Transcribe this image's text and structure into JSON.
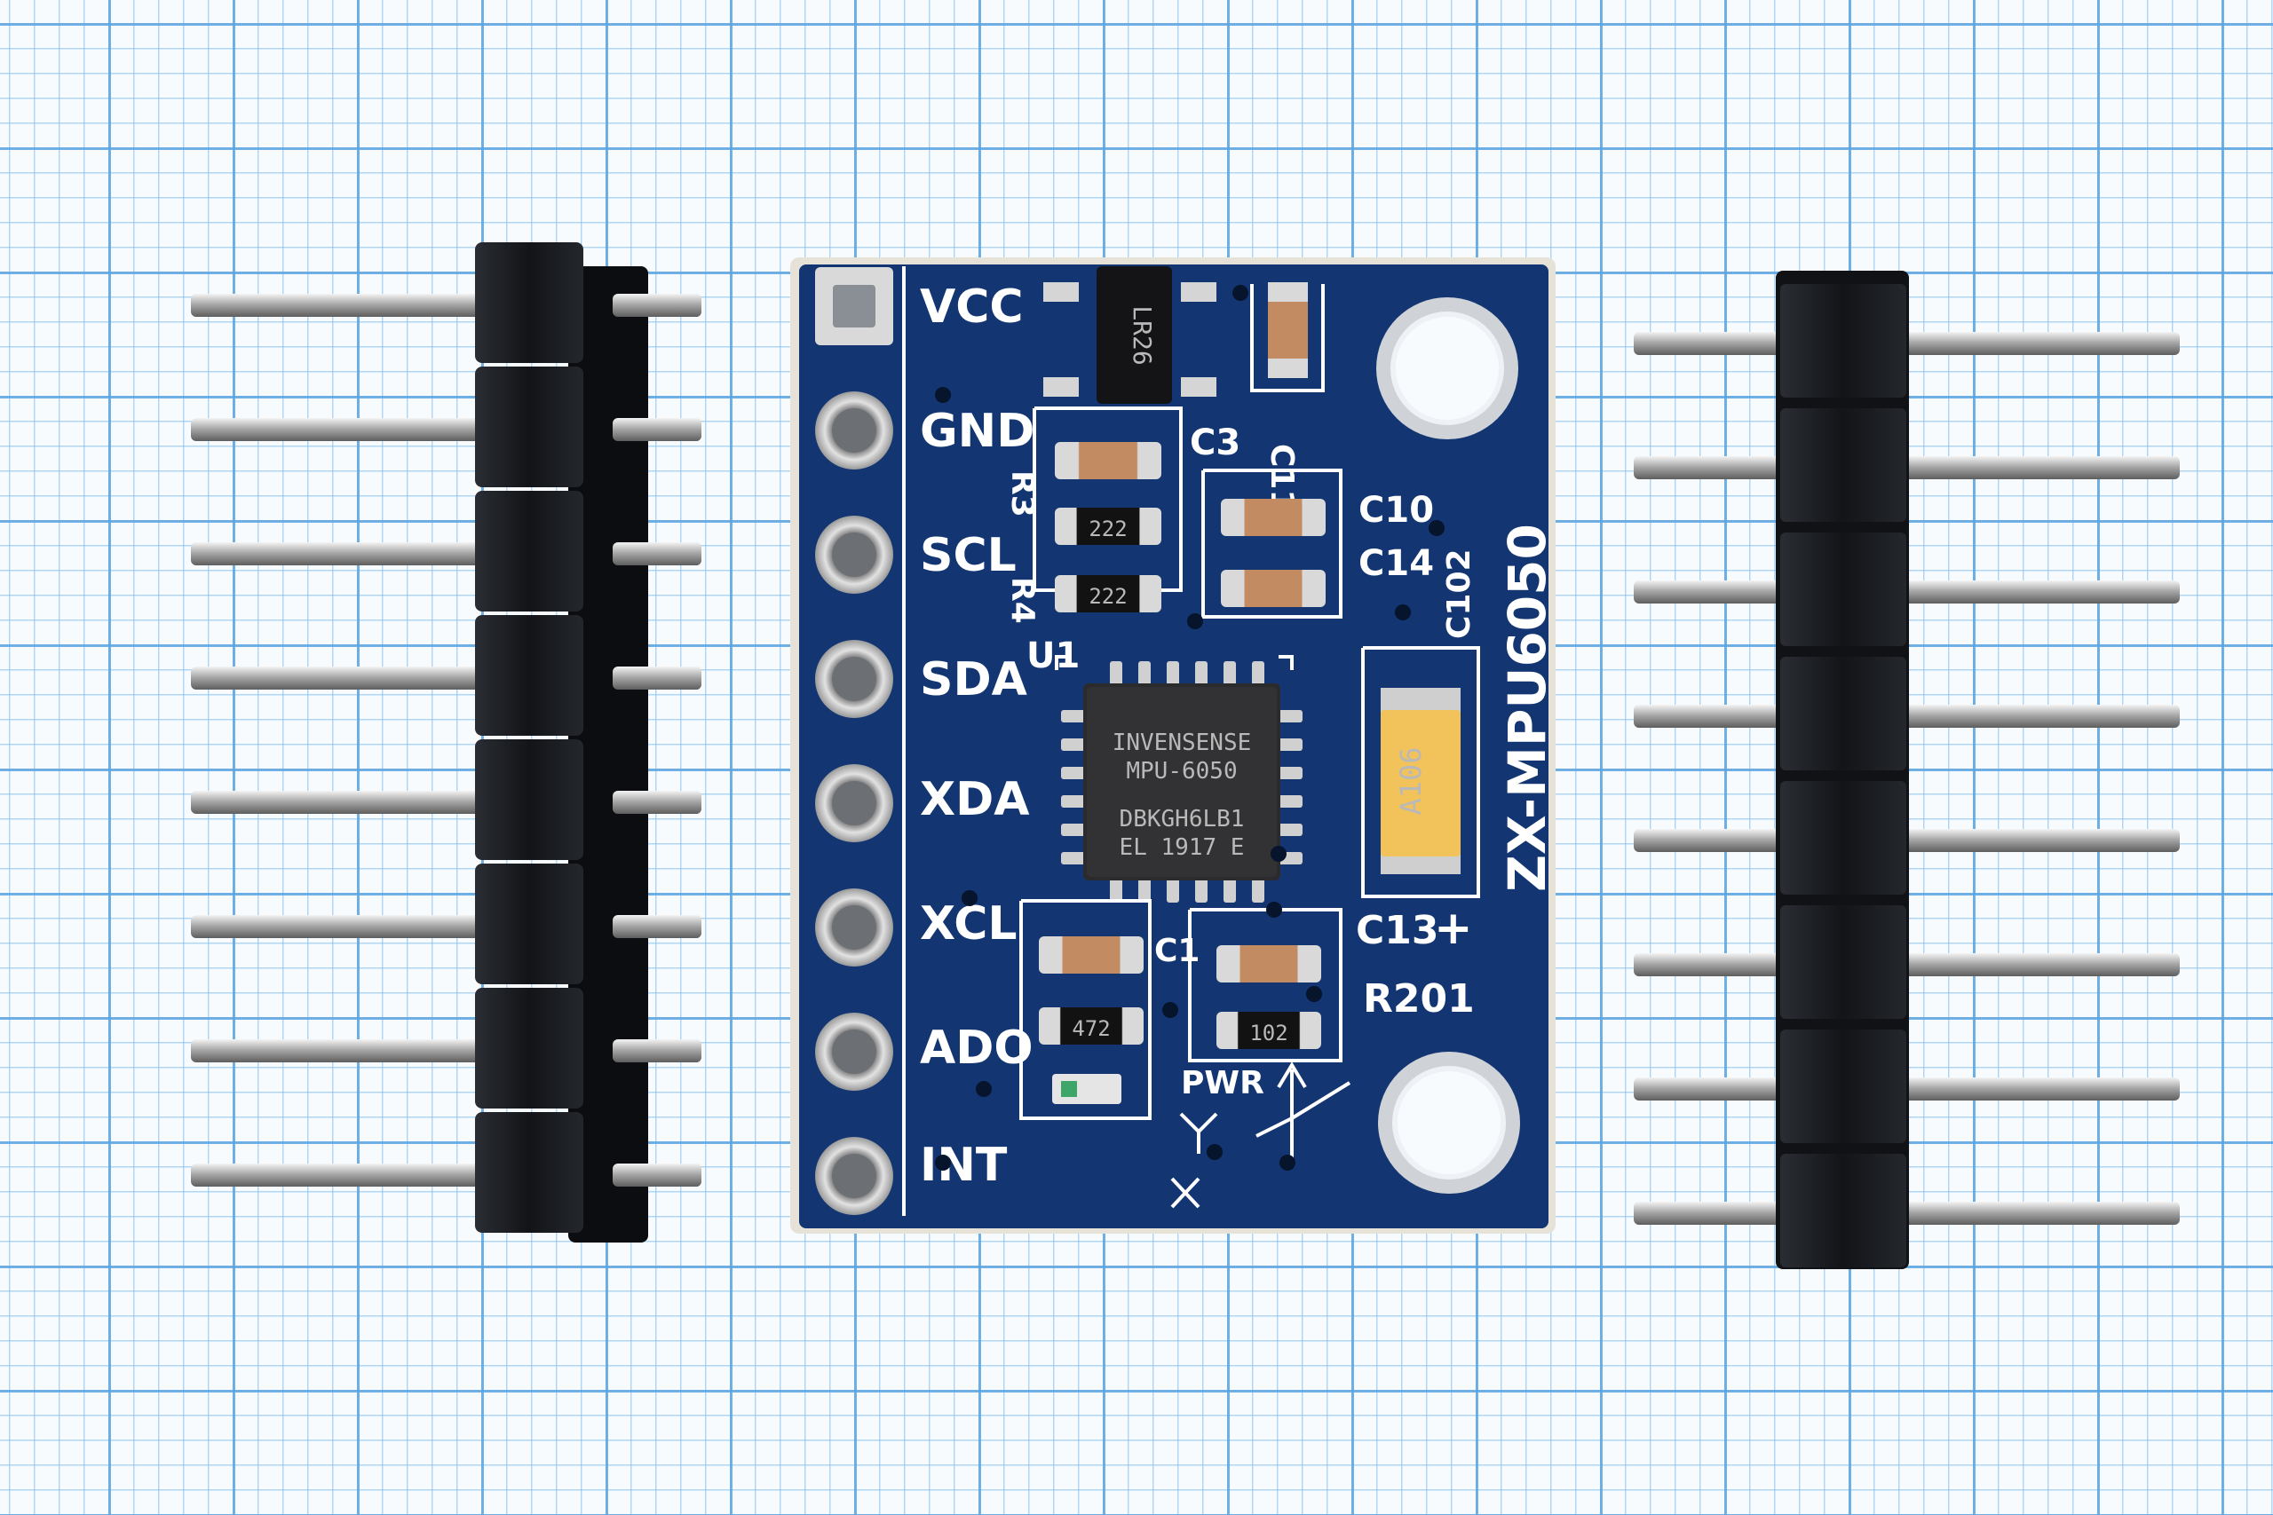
{
  "pcb": {
    "pin_labels": [
      "VCC",
      "GND",
      "SCL",
      "SDA",
      "XDA",
      "XCL",
      "ADO",
      "INT"
    ],
    "board_name": "ZX-MPU6050",
    "designators": {
      "c3": "C3",
      "c11": "C11",
      "c10": "C10",
      "c14": "C14",
      "c102": "C102",
      "r3": "R3",
      "r4": "R4",
      "u1": "U1",
      "c13": "C13",
      "r201": "R201",
      "c1": "C1",
      "pwr": "PWR",
      "plus": "+"
    },
    "resistor_codes": {
      "r3": "222",
      "r4": "222",
      "r1": "472",
      "r201": "102"
    },
    "regulator_marking": "LR26",
    "chip": {
      "line1": "INVENSENSE",
      "line2": "MPU-6050",
      "line3": "DBKGH6LB1",
      "line4": "EL 1917 E"
    },
    "tantalum_marking": "A106",
    "colors": {
      "board": "#163b7c",
      "silkscreen": "#ffffff",
      "pad": "#c7c7c7",
      "header": "#16181c"
    }
  }
}
